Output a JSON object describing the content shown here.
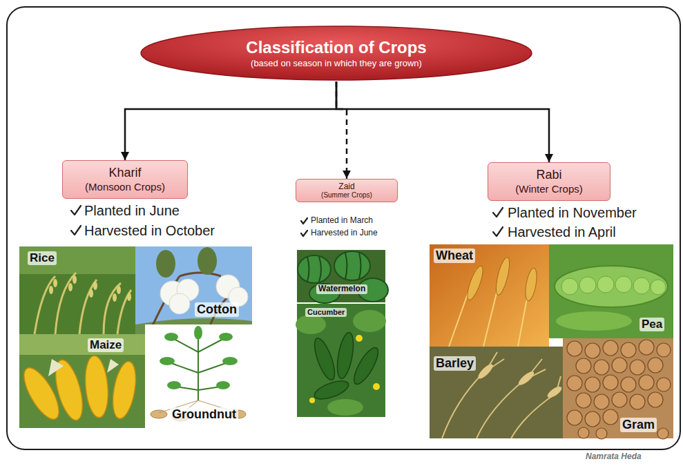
{
  "diagram": {
    "nodes": [
      {
        "text": [
          "Classification of Crops",
          "(based on season in which they are grown)"
        ]
      },
      {
        "text": [
          "Kharif",
          "(Monsoon Crops)"
        ]
      },
      {
        "text": [
          "Zaid",
          "(Summer Crops)"
        ]
      },
      {
        "text": [
          "Rabi",
          "(Winter Crops)"
        ]
      }
    ],
    "edges": [
      {
        "from": 0,
        "to": 1,
        "arrow": "to"
      },
      {
        "from": 0,
        "to": 2,
        "arrow": "to"
      },
      {
        "from": 0,
        "to": 3,
        "arrow": "to"
      }
    ],
    "labels": [
      "Planted in June",
      "Harvested in October",
      "Rice",
      "Cotton",
      "Maize",
      "Groundnut",
      "Planted in March",
      "Harvested in June",
      "Watermelon",
      "Cucumber",
      "Planted in November",
      "Harvested in April",
      "Wheat",
      "Pea",
      "Barley",
      "Gram",
      "Namrata Heda"
    ]
  }
}
